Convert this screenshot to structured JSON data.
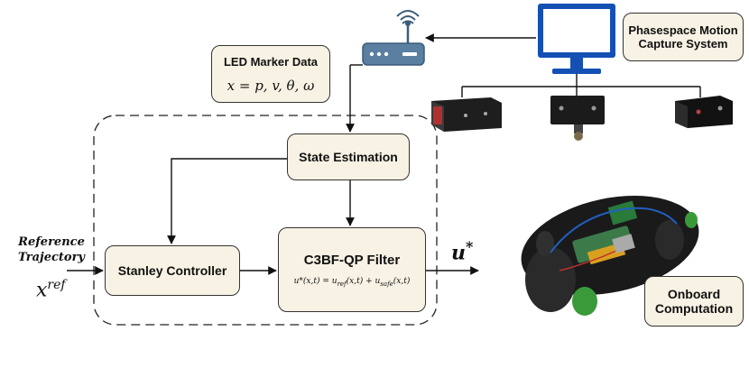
{
  "led": {
    "title": "LED Marker Data",
    "equation": "x = p, v, θ, ω"
  },
  "phasespace": {
    "line1": "Phasespace Motion",
    "line2": "Capture System"
  },
  "state_estimation": {
    "label": "State Estimation"
  },
  "stanley": {
    "label": "Stanley Controller"
  },
  "c3bf": {
    "title": "C3BF-QP Filter",
    "eq_lhs": "u*(x,t) = u",
    "eq_ref": "ref",
    "eq_mid": "(x,t) + u",
    "eq_safe": "safe",
    "eq_end": "(x,t)"
  },
  "reference": {
    "line1": "Reference",
    "line2": "Trajectory",
    "sym": "x",
    "sup": "ref"
  },
  "output": {
    "sym": "u",
    "sup": "*"
  },
  "onboard": {
    "line1": "Onboard",
    "line2": "Computation"
  },
  "colors": {
    "box_fill": "#f7f2e4",
    "monitor": "#1450b4",
    "router": "#5a7fa0"
  }
}
